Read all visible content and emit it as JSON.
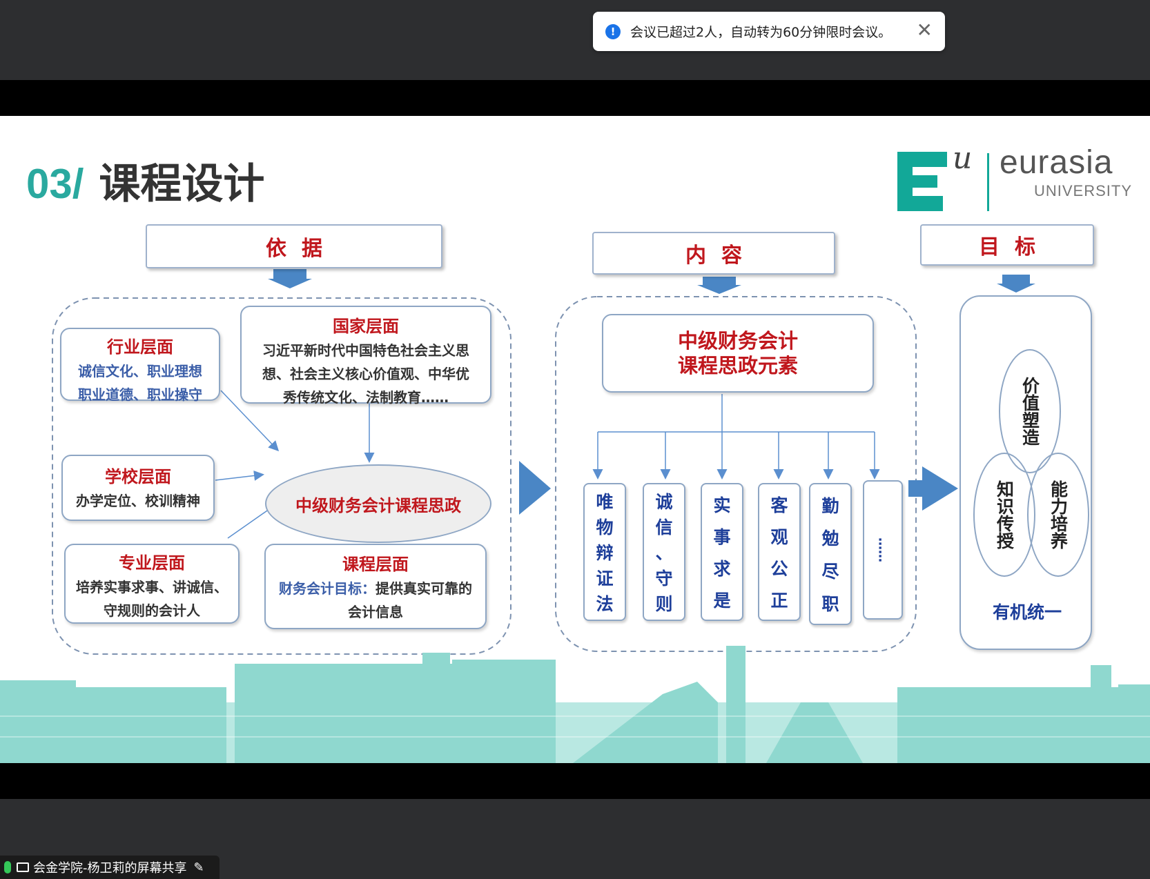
{
  "notification": {
    "message": "会议已超过2人，自动转为60分钟限时会议。",
    "icon": "info-icon",
    "close_glyph": "✕",
    "accent": "#1a73e8"
  },
  "slide": {
    "title_number": "03/",
    "title_text": "课程设计",
    "logo": {
      "u": "u",
      "brand": "eurasia",
      "university": "UNIVERSITY"
    },
    "headers": {
      "basis": "依据",
      "content": "内容",
      "goal": "目标"
    },
    "basis": {
      "industry": {
        "title": "行业层面",
        "line1": "诚信文化、职业理想",
        "line2": "职业道德、职业操守"
      },
      "nation": {
        "title": "国家层面",
        "line1": "习近平新时代中国特色社会主义思",
        "line2": "想、社会主义核心价值观、中华优",
        "line3": "秀传统文化、法制教育……"
      },
      "school": {
        "title": "学校层面",
        "line1": "办学定位、校训精神"
      },
      "major": {
        "title": "专业层面",
        "line1": "培养实事求事、讲诚信、",
        "line2": "守规则的会计人"
      },
      "course": {
        "title": "课程层面",
        "line1_blue": "财务会计目标：",
        "line1_black": "提供真实可靠的",
        "line2": "会计信息"
      },
      "center": "中级财务会计课程思政"
    },
    "content": {
      "elements_line1": "中级财务会计",
      "elements_line2": "课程思政元素",
      "items": [
        [
          "唯",
          "物",
          "辩",
          "证",
          "法"
        ],
        [
          "诚",
          "信",
          "、",
          "守",
          "则"
        ],
        [
          "实",
          "事",
          "求",
          "是"
        ],
        [
          "客",
          "观",
          "公",
          "正"
        ],
        [
          "勤",
          "勉",
          "尽",
          "职"
        ],
        [
          "……"
        ]
      ]
    },
    "goal": {
      "value": "价值塑造",
      "knowledge": "知识传授",
      "ability": "能力培养",
      "unified": "有机统一"
    },
    "colors": {
      "teal": "#2aa99f",
      "red": "#c0171d",
      "navy": "#1e3f9a",
      "arrow": "#4a86c5"
    }
  },
  "screen_share": {
    "label": "会金学院-杨卫莉的屏幕共享"
  }
}
